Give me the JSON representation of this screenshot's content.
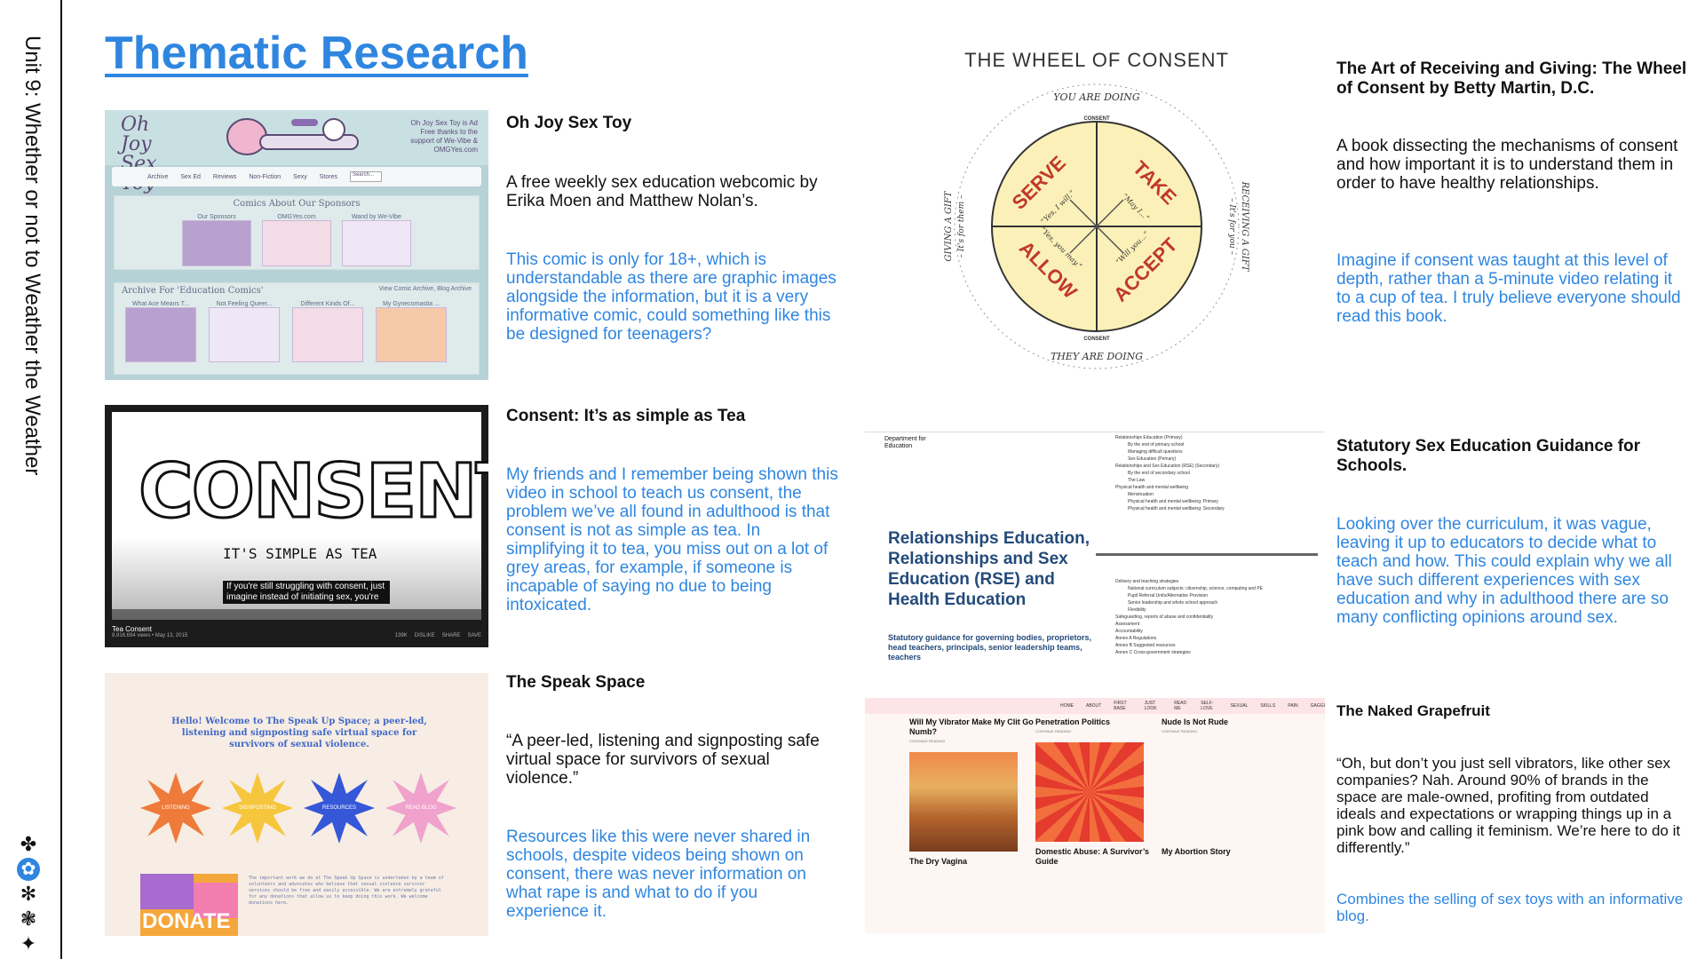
{
  "sidebar": {
    "unit_title": "Unit 9: Whether or not to Weather the Weather",
    "glyphs": [
      "✤",
      "✿",
      "✻",
      "❃",
      "✦"
    ]
  },
  "page": {
    "title": "Thematic Research"
  },
  "colors": {
    "accent_blue": "#2f86e0",
    "text": "#111111"
  },
  "cards": [
    {
      "heading": "Oh Joy Sex Toy",
      "description": "A free weekly sex education webcomic by Erika Moen and Matthew Nolan’s.",
      "reflection": "This comic is only for 18+, which is understandable as there are graphic images alongside the information, but it is a very informative comic, could something like this be designed for teenagers?"
    },
    {
      "heading": "Consent: It’s as simple as Tea",
      "reflection": "My friends and I remember being shown this video in school to teach us consent, the problem we’ve all found in adulthood is that consent is not as simple as tea. In simplifying it to tea, you miss out on a lot of grey areas, for example, if someone is incapable of saying no due to being intoxicated."
    },
    {
      "heading": "The Speak Space",
      "description": "“A peer-led, listening and signposting safe virtual space for survivors of sexual violence.”",
      "reflection": "Resources like this were never shared in schools, despite videos being shown on consent, there was never information on what rape is and what to do if you experience it."
    },
    {
      "heading": "The Art of Receiving and Giving: The Wheel of Consent by Betty Martin, D.C.",
      "description": "A book dissecting the mechanisms of consent and how important it is to understand them in order to have healthy relationships.",
      "reflection": "Imagine if consent was taught at this level of depth, rather than a 5-minute video relating it to a cup of tea. I truly believe everyone should read this book."
    },
    {
      "heading": "Statutory Sex Education Guidance for Schools.",
      "reflection": "Looking over the curriculum, it was vague, leaving it up to educators to decide what to teach and how. This could explain why we all have such different experiences with sex education and why in adulthood there are so many conflicting opinions around sex."
    },
    {
      "heading": "The Naked Grapefruit",
      "description": "“Oh, but don’t you just sell vibrators, like other sex companies? Nah. Around 90% of brands in the space are male-owned, profiting from outdated ideals and expectations or wrapping things up in a pink bow and calling it feminism. We’re here to do it differently.”",
      "reflection": "Combines the selling of sex toys with an informative blog."
    }
  ],
  "images": {
    "ojst": {
      "logo": "Oh Joy Sex Toy",
      "sponsor_note": "Oh Joy Sex Toy is Ad Free thanks to the support of We-Vibe & OMGYes.com",
      "nav": [
        "Archive",
        "Sex Ed",
        "Reviews",
        "Non-Fiction",
        "Sexy",
        "Stores"
      ],
      "search": "Search...",
      "sponsor_panel_title": "Comics About Our Sponsors",
      "sponsor_labels": [
        "Our Sponsors",
        "OMGYes.com",
        "Wand by We-Vibe"
      ],
      "archive_panel_title": "Archive For 'Education Comics'",
      "archive_links": "View Comic Archive, Blog Archive",
      "archive_labels": [
        "What Ace Means T...",
        "Not Feeling Queer...",
        "Different Kinds Of...",
        "My Gynecomastia ..."
      ]
    },
    "video": {
      "word": "CONSENT",
      "sub": "IT'S SIMPLE AS TEA",
      "caption": "If you're still struggling with consent, just imagine instead of initiating sex, you're",
      "title": "Tea Consent",
      "meta": "8,916,694 views • May 13, 2015",
      "actions": [
        "139K",
        "DISLIKE",
        "SHARE",
        "SAVE"
      ]
    },
    "speak": {
      "headline": "Hello! Welcome to The Speak Up Space; a peer-led, listening and signposting safe virtual space for survivors of sexual violence.",
      "bursts": [
        "LISTENING",
        "SIGNPOSTING",
        "RESOURCES",
        "READ BLOG"
      ],
      "burst_colors": [
        "#ee7b3a",
        "#f6c63c",
        "#3557d8",
        "#f0a2cc"
      ],
      "donate": "DONATE",
      "small_text": "The important work we do at The Speak Up Space is undertaken by a team of volunteers and advocates who believe that sexual violence survivor services should be free and easily accessible. We are extremely grateful for any donations that allow us to keep doing this work. We welcome donations here."
    },
    "wheel": {
      "title": "THE WHEEL OF CONSENT",
      "top": "YOU ARE DOING",
      "bottom": "THEY ARE DOING",
      "left": "GIVING A GIFT",
      "left_sub": "– It's for them –",
      "right": "RECEIVING A GIFT",
      "right_sub": "– It's for you –",
      "quadrants": [
        "SERVE",
        "TAKE",
        "ALLOW",
        "ACCEPT"
      ],
      "consent": "CONSENT",
      "phrases": [
        "“Yes, I will.”",
        "“May I...”",
        "“Yes, you may.”",
        "“Will you...”"
      ]
    },
    "dfe": {
      "crest": "Department for Education",
      "title": "Relationships Education, Relationships and Sex Education (RSE) and Health Education",
      "subtitle": "Statutory guidance for governing bodies, proprietors, head teachers, principals, senior leadership teams, teachers",
      "toc_a": [
        "Relationships Education (Primary)",
        "By the end of primary school",
        "Managing difficult questions",
        "Sex Education (Primary)",
        "Relationships and Sex Education (RSE) (Secondary)",
        "By the end of secondary school",
        "The Law",
        "Physical health and mental wellbeing",
        "Menstruation",
        "Physical health and mental wellbeing: Primary",
        "Physical health and mental wellbeing: Secondary"
      ],
      "toc_b": [
        "Delivery and teaching strategies",
        "National curriculum subjects: citizenship, science, computing and PE",
        "Pupil Referral Units/Alternative Provision",
        "Senior leadership and whole school approach",
        "Flexibility",
        "Safeguarding, reports of abuse and confidentiality",
        "Assessment",
        "Accountability",
        "Annex A Regulations",
        "Annex B Suggested resources",
        "Annex C Cross-government strategies"
      ]
    },
    "tng": {
      "nav": [
        "HOME",
        "ABOUT",
        "FIRST BASE",
        "JUST LOOK",
        "READ ME",
        "SELF-LOVE",
        "SEXUAL",
        "SKILLS",
        "PAIN",
        "GAGGI"
      ],
      "posts": [
        {
          "title": "Will My Vibrator Make My Clit Go Numb?",
          "read": "CONTINUE READING",
          "title2": "The Dry Vagina"
        },
        {
          "title": "Penetration Politics",
          "read": "CONTINUE READING",
          "title2": "Domestic Abuse: A Survivor’s Guide"
        },
        {
          "title": "Nude Is Not Rude",
          "read": "CONTINUE READING",
          "title2": "My Abortion Story"
        }
      ]
    }
  }
}
